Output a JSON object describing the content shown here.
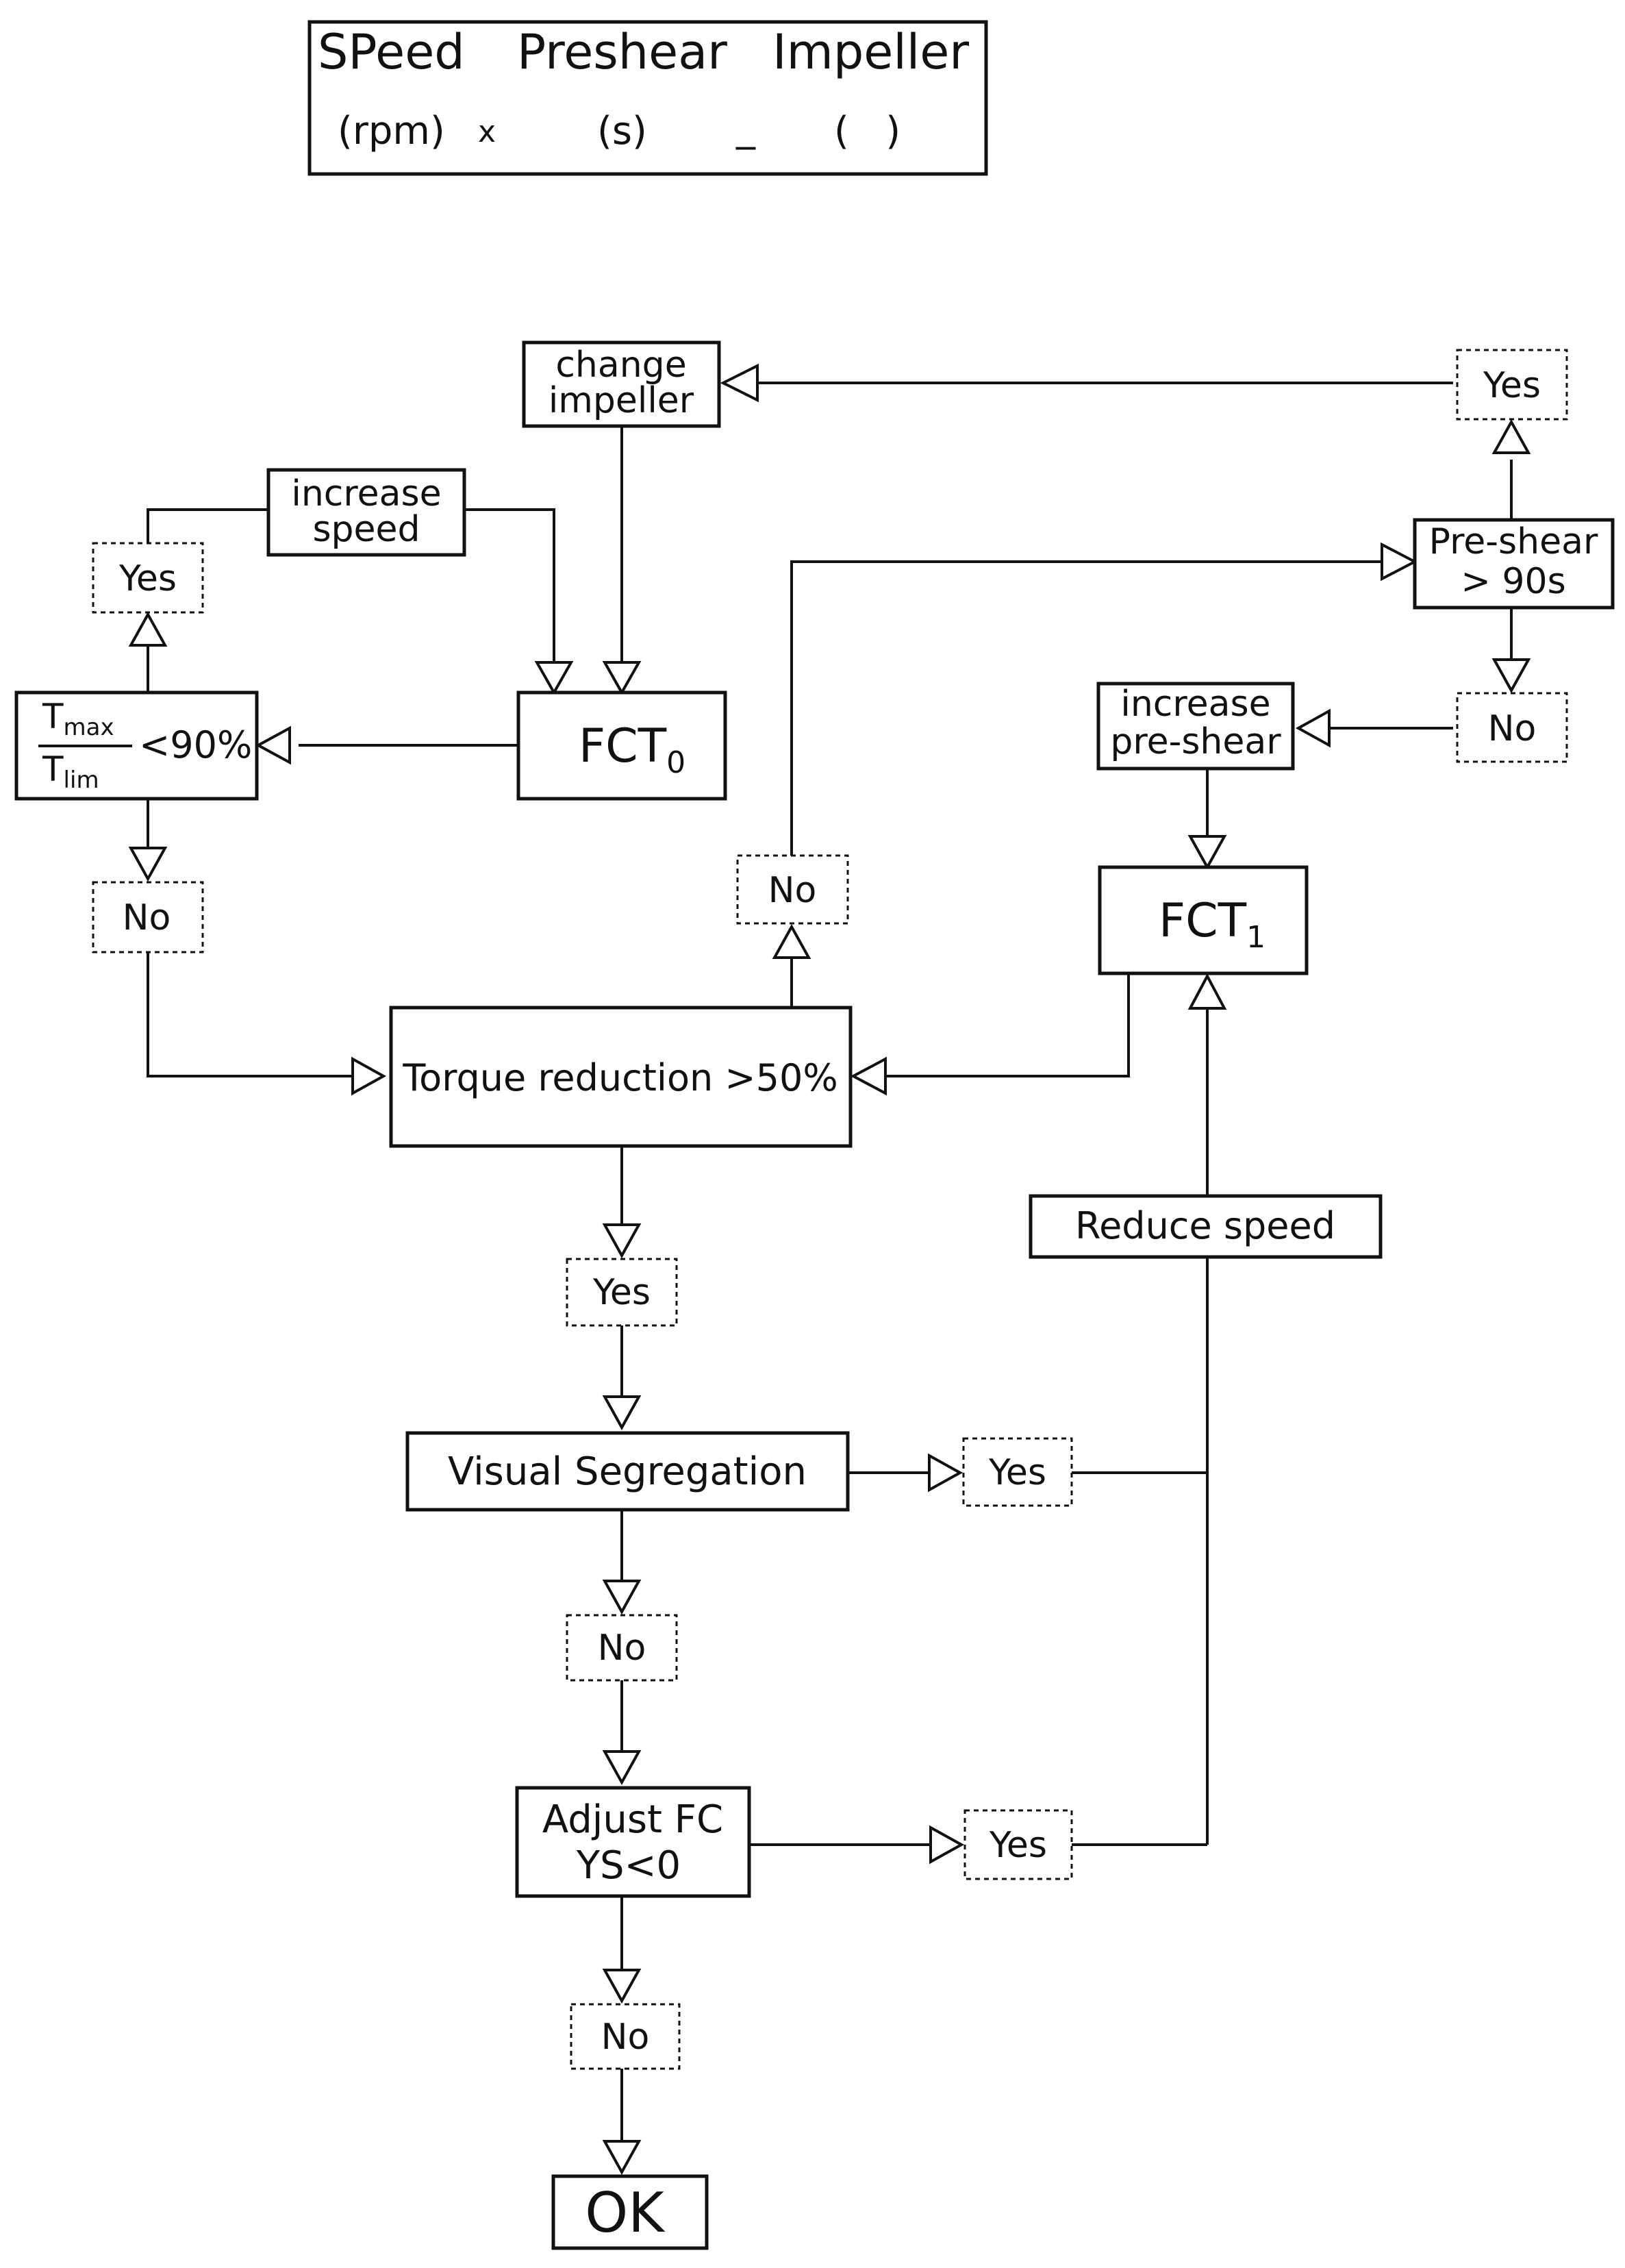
{
  "legend": {
    "h_speed": "SPeed",
    "h_preshear": "Preshear",
    "h_impeller": "Impeller",
    "u_speed": "(rpm)",
    "sep1": "x",
    "u_preshear": "(s)",
    "sep2": "_",
    "u_impeller": "(   )"
  },
  "nodes": {
    "change_impeller_1": "change",
    "change_impeller_2": "impeller",
    "increase_speed_1": "increase",
    "increase_speed_2": "speed",
    "fct0_main": "FCT",
    "fct0_sub": "0",
    "ratio_num_main": "T",
    "ratio_num_sub": "max",
    "ratio_den_main": "T",
    "ratio_den_sub": "lim",
    "ratio_cond": "<90%",
    "preshear_1": "Pre-shear",
    "preshear_2": "> 90s",
    "increase_preshear_1": "increase",
    "increase_preshear_2": "pre-shear",
    "fct1_main": "FCT",
    "fct1_sub": "1",
    "torque": "Torque reduction >50%",
    "reduce_speed": "Reduce speed",
    "visual": "Visual Segregation",
    "adjust_1": "Adjust FC",
    "adjust_2": "YS<0",
    "ok": "OK"
  },
  "decisions": {
    "yes_impeller": "Yes",
    "no_preshear": "No",
    "yes_speed": "Yes",
    "no_ratio": "No",
    "no_torque": "No",
    "yes_torque": "Yes",
    "yes_visual": "Yes",
    "no_visual": "No",
    "yes_adjust": "Yes",
    "no_adjust": "No"
  }
}
